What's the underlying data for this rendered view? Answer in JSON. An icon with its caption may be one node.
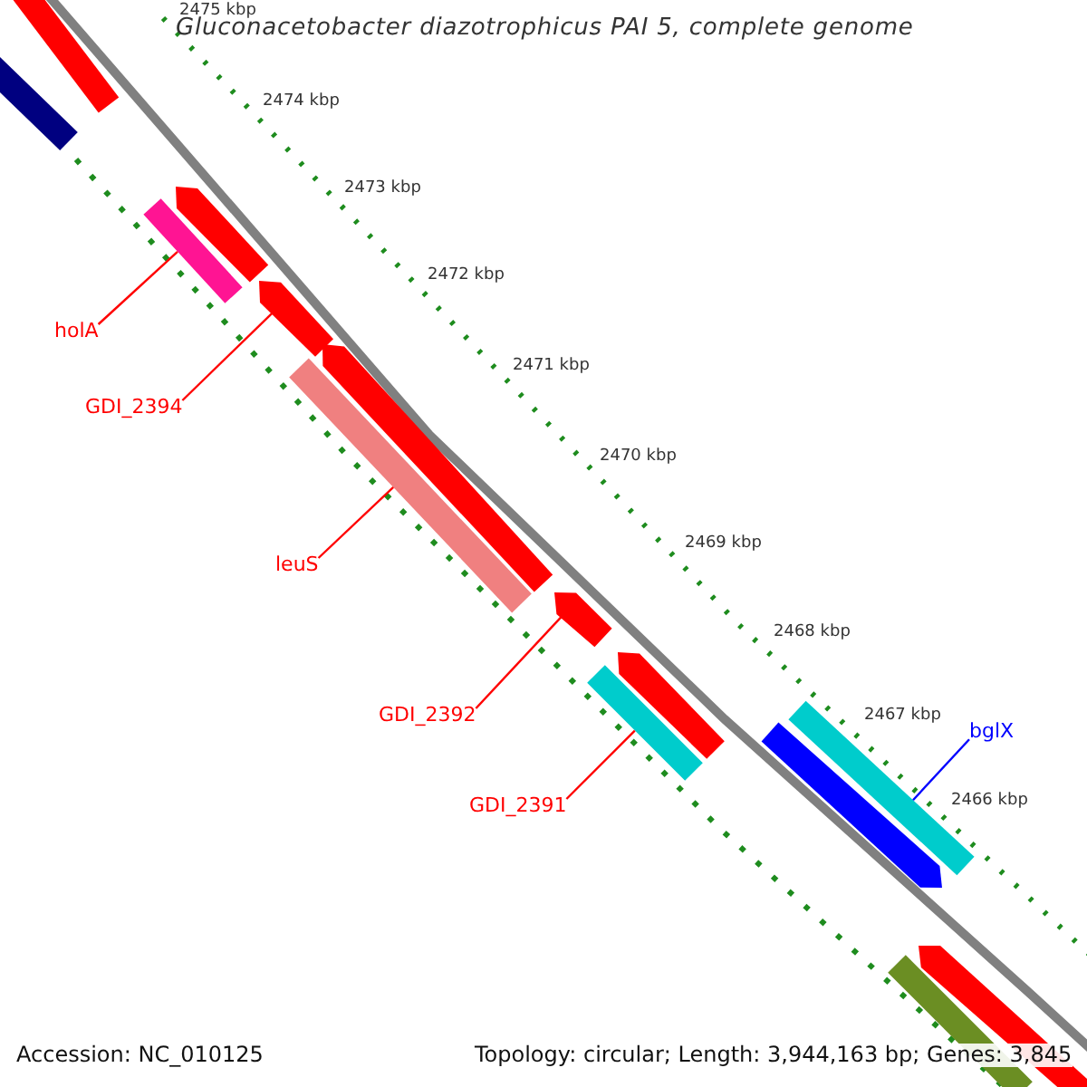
{
  "diagram": {
    "title": "Gluconacetobacter diazotrophicus PAI 5, complete genome",
    "nodes": [
      {
        "text": [],
        "shape": "bar"
      },
      {
        "text": [],
        "shape": "bar"
      },
      {
        "text": [],
        "shape": "arrow"
      },
      {
        "text": [],
        "shape": "bar"
      },
      {
        "text": [],
        "shape": "arrow"
      },
      {
        "text": [
          "holA"
        ]
      },
      {
        "text": [],
        "shape": "arrow"
      },
      {
        "text": [],
        "shape": "bar"
      },
      {
        "text": [
          "GDI_2394"
        ]
      },
      {
        "text": [
          "leuS"
        ]
      },
      {
        "text": [],
        "shape": "arrow"
      },
      {
        "text": [],
        "shape": "arrow"
      },
      {
        "text": [],
        "shape": "bar"
      },
      {
        "text": [],
        "shape": "bar"
      },
      {
        "text": [
          "GDI_2392"
        ]
      },
      {
        "text": [],
        "shape": "arrow"
      },
      {
        "text": [
          "bglX"
        ]
      },
      {
        "text": [
          "GDI_2391"
        ]
      },
      {
        "text": [],
        "shape": "arrow"
      },
      {
        "text": [],
        "shape": "bar"
      }
    ],
    "edges": [
      {
        "from": 5,
        "to": 3,
        "arrow": "none"
      },
      {
        "from": 8,
        "to": 4,
        "arrow": "none"
      },
      {
        "from": 9,
        "to": 7,
        "arrow": "none"
      },
      {
        "from": 14,
        "to": 10,
        "arrow": "none"
      },
      {
        "from": 17,
        "to": 12,
        "arrow": "none"
      },
      {
        "from": 16,
        "to": 13,
        "arrow": "none",
        "color": "#0000ff"
      }
    ],
    "labels": [
      "2475 kbp",
      "2474 kbp",
      "2473 kbp",
      "2472 kbp",
      "2471 kbp",
      "2470 kbp",
      "2469 kbp",
      "2468 kbp",
      "2467 kbp",
      "2466 kbp",
      "Accession: NC_010125",
      "Topology: circular; Length: 3,944,163 bp; Genes: 3,845"
    ]
  }
}
